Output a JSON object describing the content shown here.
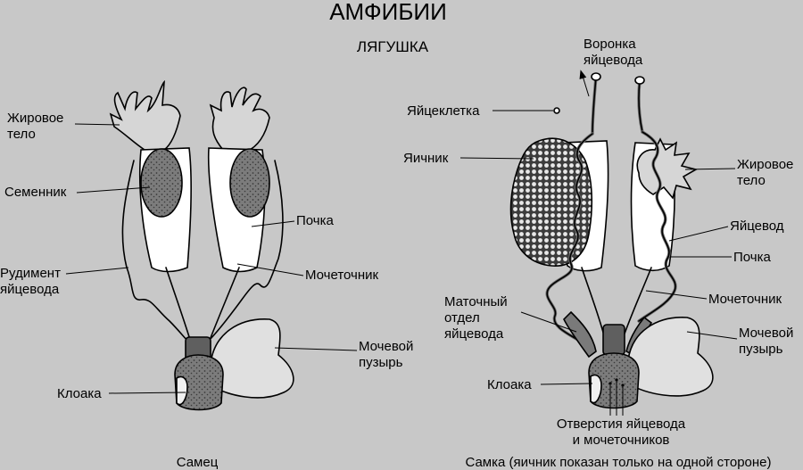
{
  "title": "АМФИБИИ",
  "subtitle": "ЛЯГУШКА",
  "male": {
    "caption": "Самец",
    "labels": {
      "fat_body": "Жировое\nтело",
      "testis": "Семенник",
      "kidney": "Почка",
      "oviduct_rudiment": "Рудимент\nяйцевода",
      "ureter": "Мочеточник",
      "bladder": "Мочевой\nпузырь",
      "cloaca": "Клоака"
    }
  },
  "female": {
    "caption": "Самка (яичник показан только на одной стороне)",
    "labels": {
      "oviduct_funnel": "Воронка\nяйцевода",
      "egg": "Яйцеклетка",
      "ovary": "Яичник",
      "fat_body": "Жировое\nтело",
      "oviduct": "Яйцевод",
      "kidney": "Почка",
      "ureter": "Мочеточник",
      "uterine_part": "Маточный\nотдел\nяйцевода",
      "bladder": "Мочевой\nпузырь",
      "cloaca": "Клоака",
      "openings": "Отверстия яйцевода\nи мочеточников"
    }
  },
  "colors": {
    "background": "#c8c8c8",
    "kidney": "#ffffff",
    "fat_body": "#d6d6d6",
    "testis": "#7a7a7a",
    "bladder": "#e0e0e0",
    "cloaca": "#8a8a8a",
    "ovary": "#5a5a5a"
  }
}
